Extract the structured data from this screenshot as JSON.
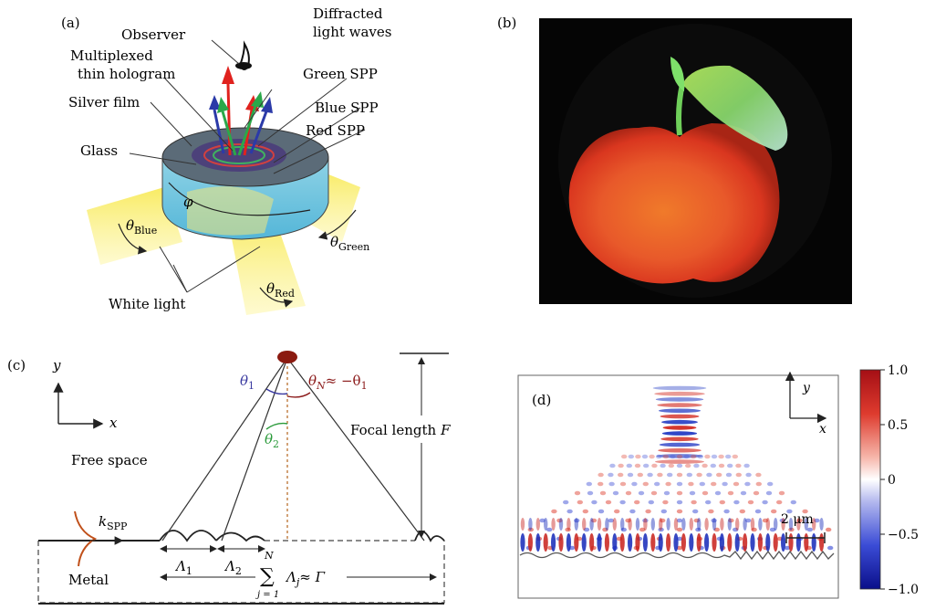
{
  "panel_a": {
    "label": "(a)",
    "observer": "Observer",
    "diffracted_line1": "Diffracted",
    "diffracted_line2": "light waves",
    "hologram_line1": "Multiplexed",
    "hologram_line2": "thin hologram",
    "silver_film": "Silver film",
    "green_spp": "Green SPP",
    "blue_spp": "Blue SPP",
    "red_spp": "Red SPP",
    "glass": "Glass",
    "phi": "φ",
    "theta": "θ",
    "sub_blue": "Blue",
    "sub_green": "Green",
    "sub_red": "Red",
    "white_light": "White light"
  },
  "panel_b": {
    "label": "(b)"
  },
  "panel_c": {
    "label": "(c)",
    "axis_y": "y",
    "axis_x": "x",
    "free_space": "Free space",
    "k": "k",
    "k_sub": "SPP",
    "metal": "Metal",
    "theta1": "θ",
    "theta1_sub": "1",
    "theta2": "θ",
    "theta2_sub": "2",
    "thetaN": "θ",
    "thetaN_sub": "N",
    "thetaN_rest": "≈ −θ",
    "thetaN_rest_sub": "1",
    "focal_length": "Focal length",
    "focal_symbol": "F",
    "lambda1": "Λ",
    "lambda1_sub": "1",
    "lambda2": "Λ",
    "lambda2_sub": "2",
    "sum_top": "N",
    "sum_symbol": "∑",
    "sum_bottom": "j = 1",
    "sum_term": "Λ",
    "sum_term_sub": "j",
    "sum_rest": "≈ Γ"
  },
  "panel_d": {
    "label": "(d)",
    "axis_y": "y",
    "axis_x": "x",
    "scale_bar": "2 μm",
    "colorbar_ticks": [
      "1.0",
      "0.5",
      "0",
      "−0.5",
      "−1.0"
    ],
    "colorbar_values": [
      1.0,
      0.5,
      0,
      -0.5,
      -1.0
    ]
  },
  "colors": {
    "blue_beam": "#2b3aa8",
    "green_beam": "#2aa84a",
    "red_beam": "#e0221e",
    "white_light": "#f6e44c",
    "glass": "#6fc3df",
    "theta1_color": "#3a3aa0",
    "theta2_color": "#2a9a3a",
    "thetaN_color": "#8b1a1a",
    "focus_dot": "#8b1a10"
  }
}
